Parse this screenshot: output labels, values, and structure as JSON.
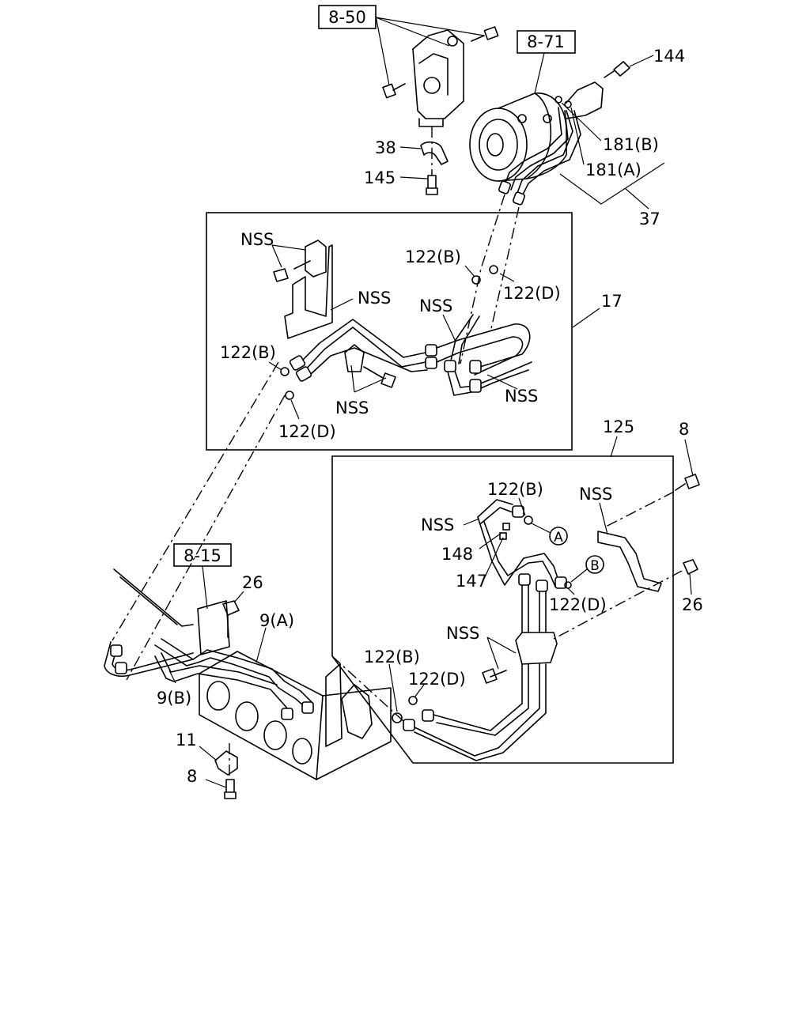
{
  "ref_boxes": {
    "b850": "8-50",
    "b871": "8-71",
    "b815": "8-15"
  },
  "labels": {
    "l144": "144",
    "l181b": "181(B)",
    "l181a": "181(A)",
    "l37": "37",
    "l38": "38",
    "l145": "145",
    "l17": "17",
    "nss1": "NSS",
    "nss2": "NSS",
    "nss3": "NSS",
    "nss4": "NSS",
    "nss5": "NSS",
    "l122b_1": "122(B)",
    "l122d_1": "122(D)",
    "l122b_2": "122(B)",
    "l122d_2": "122(D)",
    "l125": "125",
    "l8_top": "8",
    "nss6": "NSS",
    "l122b_3": "122(B)",
    "nss7": "NSS",
    "l148": "148",
    "l147": "147",
    "mark_a": "A",
    "mark_b": "B",
    "l122d_3": "122(D)",
    "l26_right": "26",
    "nss8": "NSS",
    "l122b_4": "122(B)",
    "l122d_4": "122(D)",
    "l26_left": "26",
    "l9a": "9(A)",
    "l9b": "9(B)",
    "l11": "11",
    "l8_bottom": "8"
  }
}
